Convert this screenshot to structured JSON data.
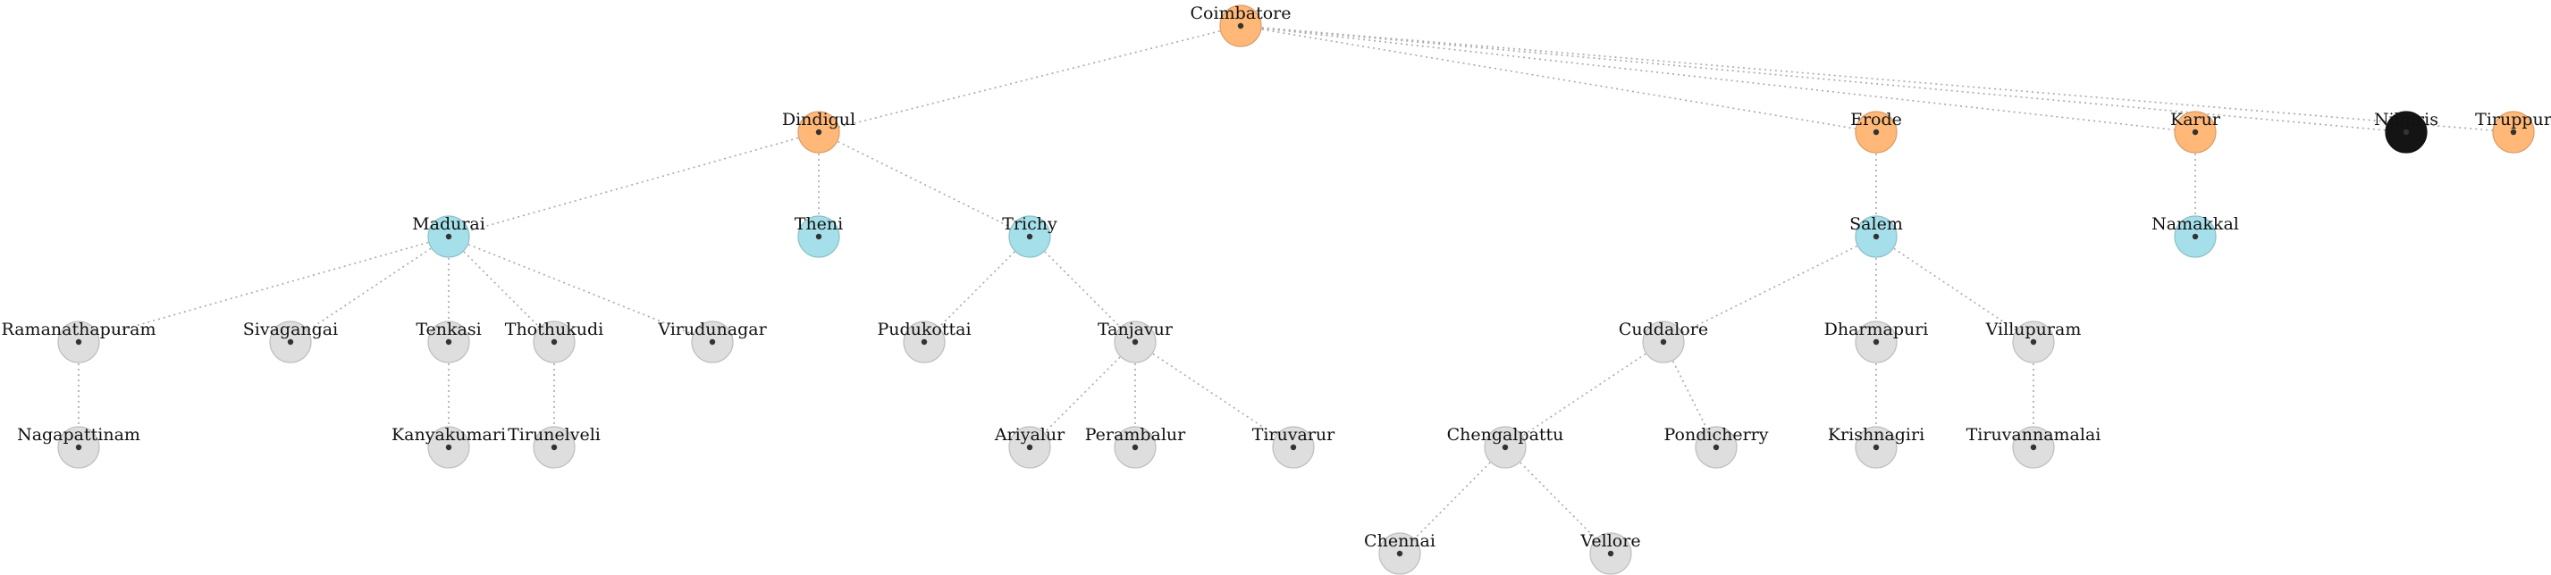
{
  "colors": {
    "orange": "#ffb878",
    "cyan": "#a5e0ea",
    "gray": "#dedede",
    "black": "#141414"
  },
  "nodes": [
    {
      "id": "coimbatore",
      "label": "Coimbatore",
      "color": "orange"
    },
    {
      "id": "dindigul",
      "label": "Dindigul",
      "color": "orange"
    },
    {
      "id": "erode",
      "label": "Erode",
      "color": "orange"
    },
    {
      "id": "karur",
      "label": "Karur",
      "color": "orange"
    },
    {
      "id": "nilgiris",
      "label": "Nilgiris",
      "color": "black"
    },
    {
      "id": "tiruppur",
      "label": "Tiruppur",
      "color": "orange"
    },
    {
      "id": "madurai",
      "label": "Madurai",
      "color": "cyan"
    },
    {
      "id": "theni",
      "label": "Theni",
      "color": "cyan"
    },
    {
      "id": "trichy",
      "label": "Trichy",
      "color": "cyan"
    },
    {
      "id": "salem",
      "label": "Salem",
      "color": "cyan"
    },
    {
      "id": "namakkal",
      "label": "Namakkal",
      "color": "cyan"
    },
    {
      "id": "ramanathapuram",
      "label": "Ramanathapuram",
      "color": "gray"
    },
    {
      "id": "sivagangai",
      "label": "Sivagangai",
      "color": "gray"
    },
    {
      "id": "tenkasi",
      "label": "Tenkasi",
      "color": "gray"
    },
    {
      "id": "thothukudi",
      "label": "Thothukudi",
      "color": "gray"
    },
    {
      "id": "virudunagar",
      "label": "Virudunagar",
      "color": "gray"
    },
    {
      "id": "pudukottai",
      "label": "Pudukottai",
      "color": "gray"
    },
    {
      "id": "tanjavur",
      "label": "Tanjavur",
      "color": "gray"
    },
    {
      "id": "cuddalore",
      "label": "Cuddalore",
      "color": "gray"
    },
    {
      "id": "dharmapuri",
      "label": "Dharmapuri",
      "color": "gray"
    },
    {
      "id": "villupuram",
      "label": "Villupuram",
      "color": "gray"
    },
    {
      "id": "nagapattinam",
      "label": "Nagapattinam",
      "color": "gray"
    },
    {
      "id": "kanyakumari",
      "label": "Kanyakumari",
      "color": "gray"
    },
    {
      "id": "tirunelveli",
      "label": "Tirunelveli",
      "color": "gray"
    },
    {
      "id": "ariyalur",
      "label": "Ariyalur",
      "color": "gray"
    },
    {
      "id": "perambalur",
      "label": "Perambalur",
      "color": "gray"
    },
    {
      "id": "tiruvarur",
      "label": "Tiruvarur",
      "color": "gray"
    },
    {
      "id": "chengalpattu",
      "label": "Chengalpattu",
      "color": "gray"
    },
    {
      "id": "pondicherry",
      "label": "Pondicherry",
      "color": "gray"
    },
    {
      "id": "krishnagiri",
      "label": "Krishnagiri",
      "color": "gray"
    },
    {
      "id": "tiruvannamalai",
      "label": "Tiruvannamalai",
      "color": "gray"
    },
    {
      "id": "chennai",
      "label": "Chennai",
      "color": "gray"
    },
    {
      "id": "vellore",
      "label": "Vellore",
      "color": "gray"
    }
  ],
  "edges": [
    [
      "coimbatore",
      "dindigul"
    ],
    [
      "coimbatore",
      "erode"
    ],
    [
      "coimbatore",
      "karur"
    ],
    [
      "coimbatore",
      "nilgiris"
    ],
    [
      "coimbatore",
      "tiruppur"
    ],
    [
      "dindigul",
      "madurai"
    ],
    [
      "dindigul",
      "theni"
    ],
    [
      "dindigul",
      "trichy"
    ],
    [
      "erode",
      "salem"
    ],
    [
      "karur",
      "namakkal"
    ],
    [
      "madurai",
      "ramanathapuram"
    ],
    [
      "madurai",
      "sivagangai"
    ],
    [
      "madurai",
      "tenkasi"
    ],
    [
      "madurai",
      "thothukudi"
    ],
    [
      "madurai",
      "virudunagar"
    ],
    [
      "trichy",
      "pudukottai"
    ],
    [
      "trichy",
      "tanjavur"
    ],
    [
      "salem",
      "cuddalore"
    ],
    [
      "salem",
      "dharmapuri"
    ],
    [
      "salem",
      "villupuram"
    ],
    [
      "ramanathapuram",
      "nagapattinam"
    ],
    [
      "tenkasi",
      "kanyakumari"
    ],
    [
      "thothukudi",
      "tirunelveli"
    ],
    [
      "tanjavur",
      "ariyalur"
    ],
    [
      "tanjavur",
      "perambalur"
    ],
    [
      "tanjavur",
      "tiruvarur"
    ],
    [
      "cuddalore",
      "chengalpattu"
    ],
    [
      "cuddalore",
      "pondicherry"
    ],
    [
      "dharmapuri",
      "krishnagiri"
    ],
    [
      "villupuram",
      "tiruvannamalai"
    ],
    [
      "chengalpattu",
      "chennai"
    ],
    [
      "chengalpattu",
      "vellore"
    ]
  ]
}
